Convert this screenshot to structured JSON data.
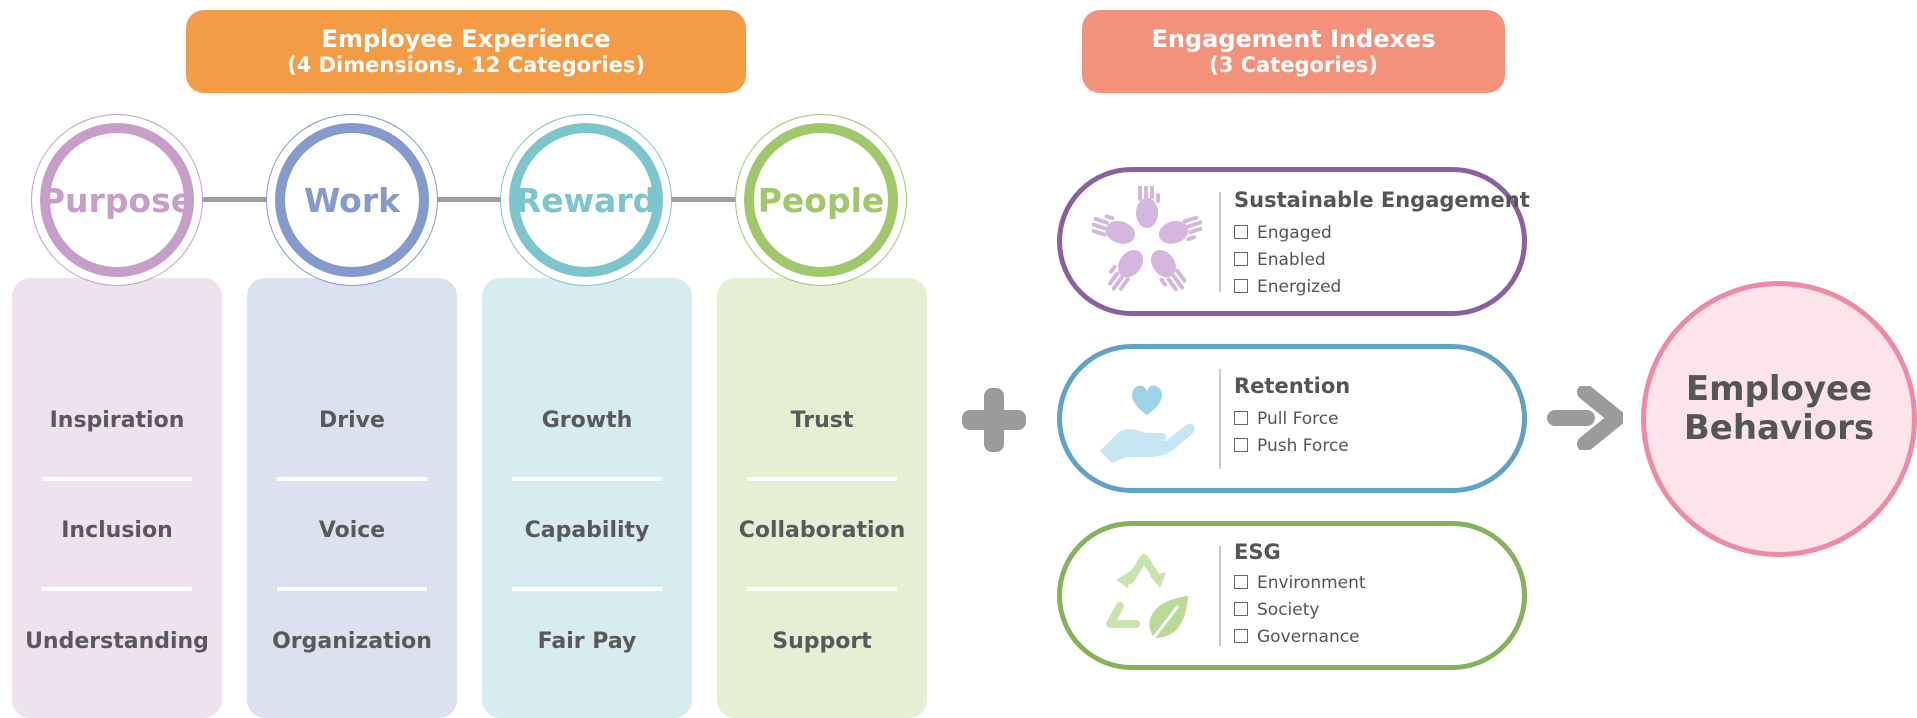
{
  "employee_experience": {
    "title": "Employee Experience",
    "subtitle": "(4 Dimensions, 12 Categories)",
    "dimensions": [
      {
        "name": "Purpose",
        "color": "#c79ec9",
        "bg": "#efe2ef",
        "categories": [
          "Inspiration",
          "Inclusion",
          "Understanding"
        ]
      },
      {
        "name": "Work",
        "color": "#8499cc",
        "bg": "#dbe1ee",
        "categories": [
          "Drive",
          "Voice",
          "Organization"
        ]
      },
      {
        "name": "Reward",
        "color": "#7cc5cc",
        "bg": "#d7ecef",
        "categories": [
          "Growth",
          "Capability",
          "Fair Pay"
        ]
      },
      {
        "name": "People",
        "color": "#9fc86a",
        "bg": "#e4efd4",
        "categories": [
          "Trust",
          "Collaboration",
          "Support"
        ]
      }
    ]
  },
  "engagement_indexes": {
    "title": "Engagement Indexes",
    "subtitle": "(3 Categories)",
    "groups": [
      {
        "title": "Sustainable Engagement",
        "icon": "hands-circle-icon",
        "color": "#8a5fa3",
        "items": [
          "Engaged",
          "Enabled",
          "Energized"
        ]
      },
      {
        "title": "Retention",
        "icon": "heart-hand-icon",
        "color": "#5ea3c7",
        "items": [
          "Pull Force",
          "Push Force"
        ]
      },
      {
        "title": "ESG",
        "icon": "recycle-leaf-icon",
        "color": "#86b35a",
        "items": [
          "Environment",
          "Society",
          "Governance"
        ]
      }
    ]
  },
  "connectors": {
    "plus": "plus-icon",
    "arrow": "arrow-right-icon"
  },
  "outcome": {
    "line1": "Employee",
    "line2": "Behaviors",
    "color": "#ee8aa6"
  }
}
